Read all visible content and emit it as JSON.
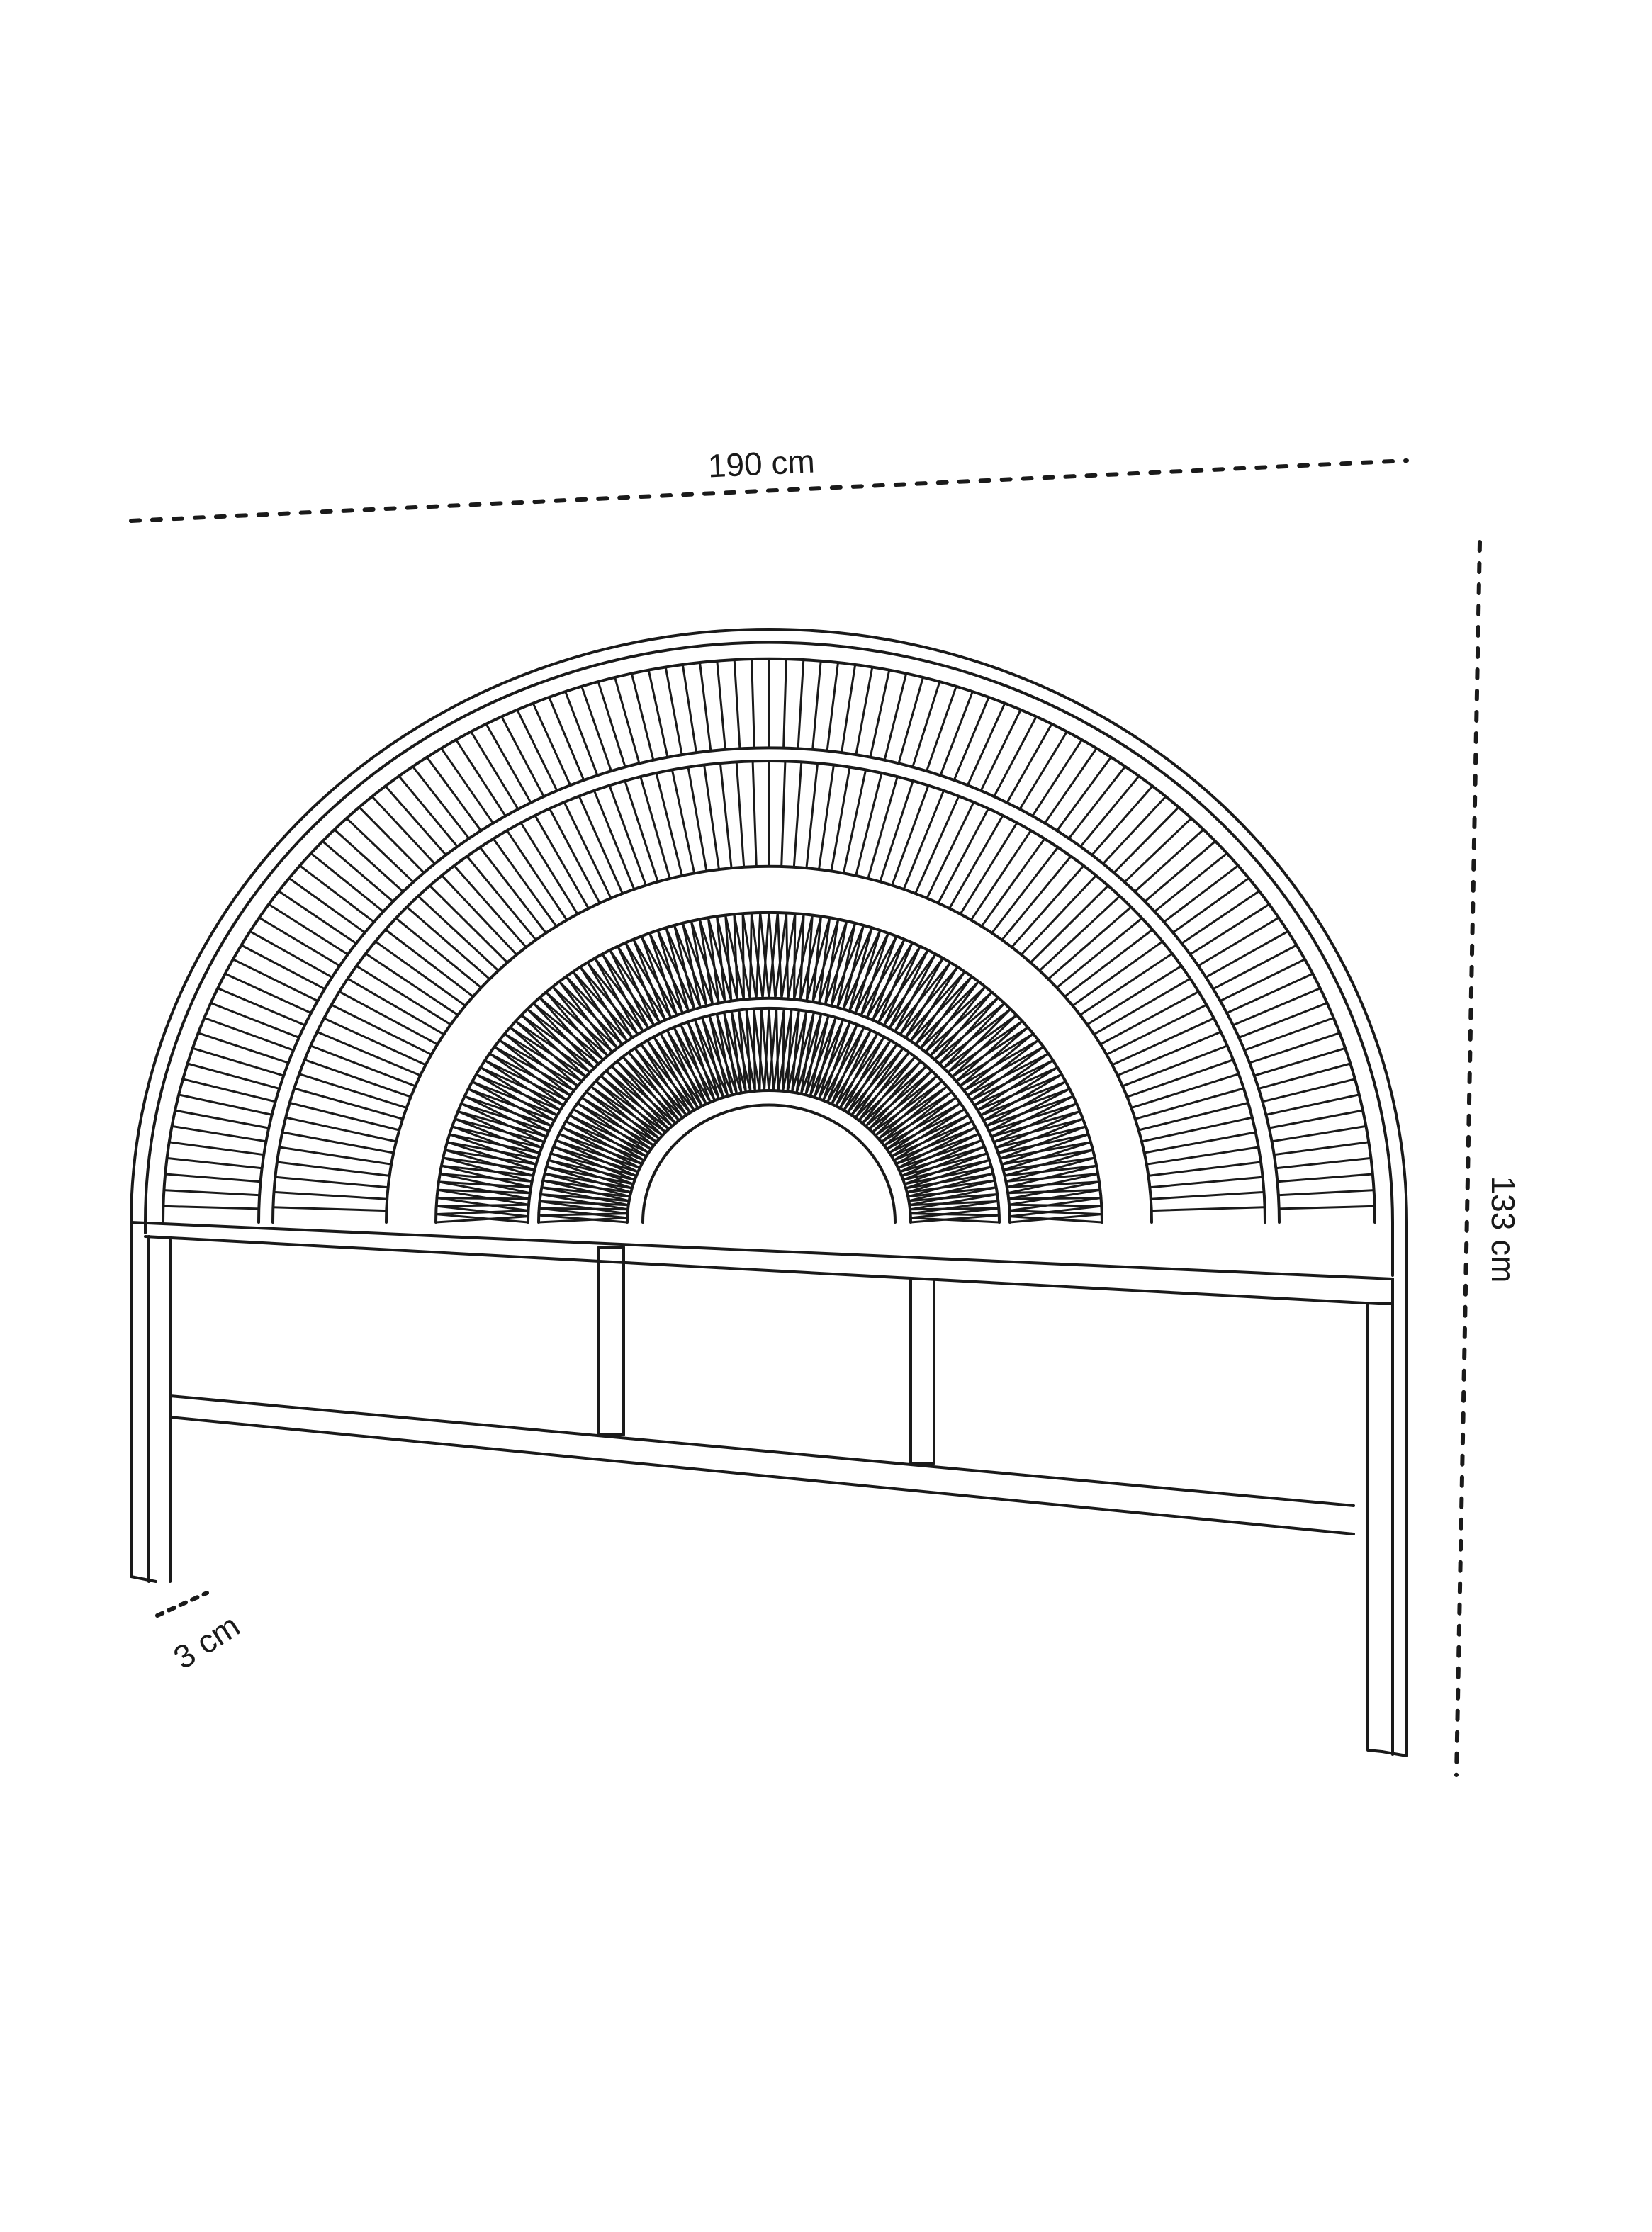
{
  "figure": {
    "subject": "arched rattan headboard dimension drawing",
    "dimensions": {
      "width": "190 cm",
      "height": "133 cm",
      "thickness": "3 cm"
    },
    "colors": {
      "ink": "#1a1a1a",
      "background": "#ffffff"
    }
  }
}
